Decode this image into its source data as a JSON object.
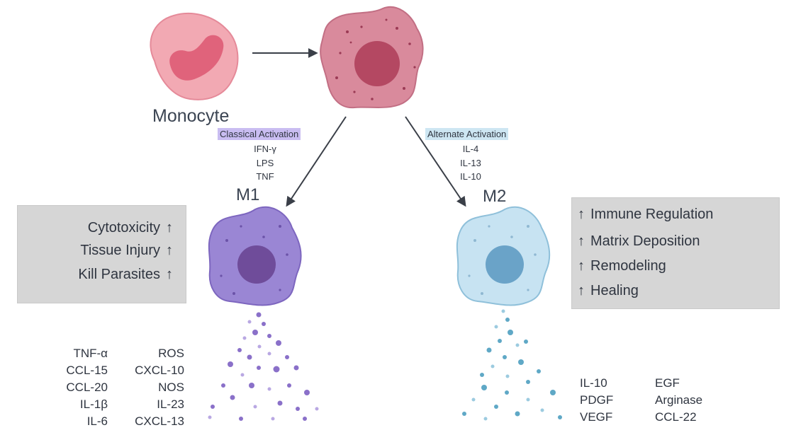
{
  "monocyte": {
    "label": "Monocyte"
  },
  "classical": {
    "title": "Classical Activation",
    "stimuli": [
      "IFN-γ",
      "LPS",
      "TNF"
    ],
    "color": "#c9bdf1"
  },
  "alternate": {
    "title": "Alternate Activation",
    "stimuli": [
      "IL-4",
      "IL-13",
      "IL-10"
    ],
    "color": "#cde6f2"
  },
  "m1": {
    "label": "M1",
    "cell_color": "#9a86d4",
    "nucleus_color": "#6f4c9a",
    "effects": [
      "Cytotoxicity",
      "Tissue Injury",
      "Kill Parasites"
    ],
    "cytokines_left": [
      "TNF-α",
      "CCL-15",
      "CCL-20",
      "IL-1β",
      "IL-6"
    ],
    "cytokines_right": [
      "ROS",
      "CXCL-10",
      "NOS",
      "IL-23",
      "CXCL-13"
    ]
  },
  "m2": {
    "label": "M2",
    "cell_color": "#c7e3f2",
    "nucleus_color": "#6aa3c8",
    "effects": [
      "Immune Regulation",
      "Matrix Deposition",
      "Remodeling",
      "Healing"
    ],
    "cytokines_left": [
      "IL-10",
      "PDGF",
      "VEGF"
    ],
    "cytokines_right": [
      "EGF",
      "Arginase",
      "CCL-22"
    ]
  },
  "colors": {
    "monocyte_cell": "#f2a9b3",
    "monocyte_nucleus": "#e0637b",
    "macrophage_cell": "#d98a9c",
    "macrophage_nucleus": "#b44862",
    "arrow": "#3a3f48",
    "box": "#d6d6d6"
  }
}
